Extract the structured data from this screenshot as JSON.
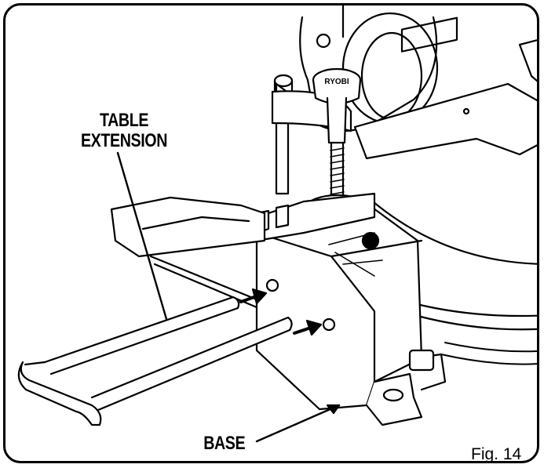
{
  "labels": {
    "table_extension_line1": "TABLE",
    "table_extension_line2": "EXTENSION",
    "base": "BASE"
  },
  "figure": {
    "caption": "Fig. 14"
  },
  "brand_mark": "RYOBI",
  "colors": {
    "line": "#000000",
    "background": "#ffffff",
    "shade": "#d9d9d9"
  }
}
